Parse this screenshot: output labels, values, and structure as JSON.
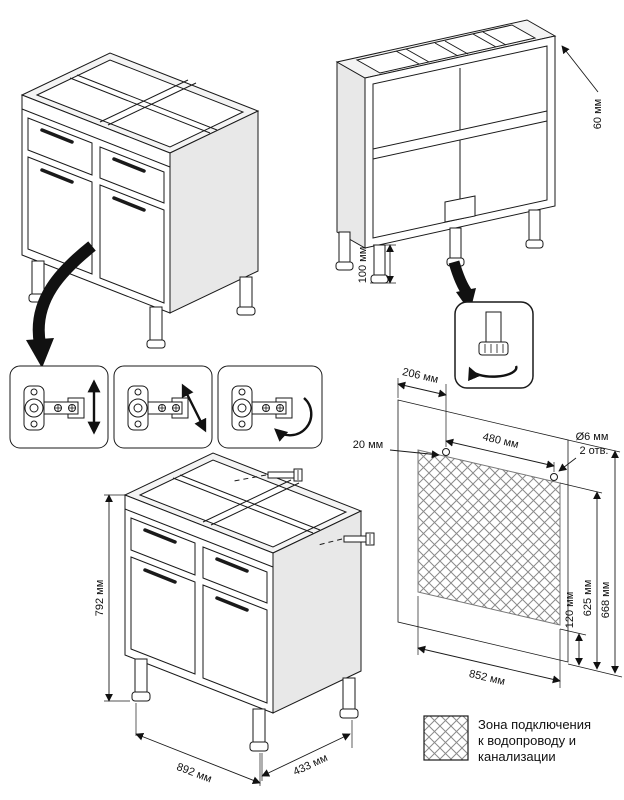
{
  "colors": {
    "line": "#1a1a1a",
    "hatch": "#8a8a8a",
    "shade": "#e8e8e8"
  },
  "rear_view": {
    "dim_top_rail": "60 мм",
    "dim_leg_height": "100 мм"
  },
  "dimensioned_view": {
    "dim_height": "792 мм",
    "dim_width": "892 мм",
    "dim_depth": "433 мм"
  },
  "wall_zone": {
    "dim_side_offset": "206 мм",
    "dim_hole_spacing": "480 мм",
    "dim_top_offset": "20 мм",
    "hole_diameter": "Ø6 мм",
    "hole_count": "2 отв.",
    "dim_zone_width": "852 мм",
    "dim_bottom_offset": "120 мм",
    "dim_zone_height": "625 мм",
    "dim_total_height": "668 мм"
  },
  "legend": {
    "line1": "Зона подключения",
    "line2": "к водопроводу и",
    "line3": "канализации"
  }
}
